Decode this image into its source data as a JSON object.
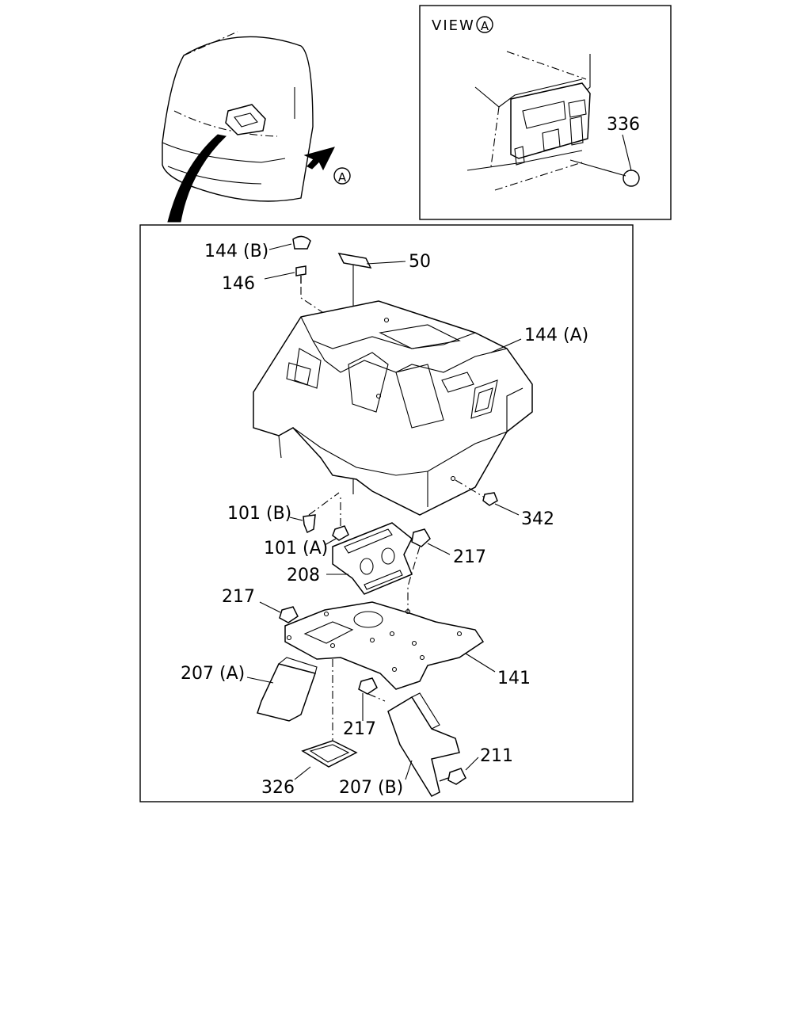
{
  "view_box": {
    "title": "VIEW",
    "marker": "A",
    "labels": {
      "p336": "336"
    }
  },
  "cab": {
    "arrow_marker": "A"
  },
  "main": {
    "labels": {
      "p144b": "144 (B)",
      "p50": "50",
      "p146": "146",
      "p144a": "144 (A)",
      "p101b": "101 (B)",
      "p101a": "101 (A)",
      "p342": "342",
      "p217_right": "217",
      "p208": "208",
      "p217_left": "217",
      "p141": "141",
      "p207a": "207 (A)",
      "p217_lower": "217",
      "p211": "211",
      "p326": "326",
      "p207b": "207 (B)"
    }
  }
}
